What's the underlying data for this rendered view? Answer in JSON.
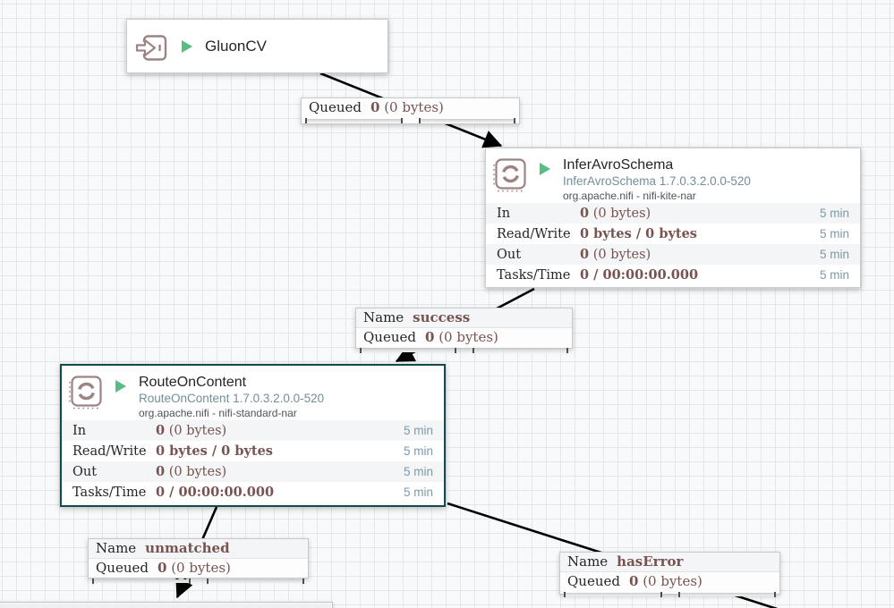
{
  "colors": {
    "canvas-bg": "#f7f9fa",
    "grid-line": "#e3e7ea",
    "value-color": "#775351",
    "label-color": "#262626",
    "subtitle-color": "#728e9b",
    "stat-time-color": "#7f98a6",
    "bundle-color": "#4d5357",
    "icon-color": "#9d8383",
    "run-green": "#58bd83",
    "selection-border": "#114b50",
    "box-border": "#c9ced2"
  },
  "port": {
    "title": "GluonCV"
  },
  "processors": {
    "infer": {
      "title": "InferAvroSchema",
      "subtitle": "InferAvroSchema 1.7.0.3.2.0.0-520",
      "bundle": "org.apache.nifi - nifi-kite-nar",
      "stats": [
        {
          "label": "In",
          "strong": "0",
          "rest": " (0 bytes)",
          "time": "5 min"
        },
        {
          "label": "Read/Write",
          "strong": "0 bytes / 0 bytes",
          "rest": "",
          "time": "5 min"
        },
        {
          "label": "Out",
          "strong": "0",
          "rest": " (0 bytes)",
          "time": "5 min"
        },
        {
          "label": "Tasks/Time",
          "strong": "0 / 00:00:00.000",
          "rest": "",
          "time": "5 min"
        }
      ]
    },
    "route": {
      "title": "RouteOnContent",
      "subtitle": "RouteOnContent 1.7.0.3.2.0.0-520",
      "bundle": "org.apache.nifi - nifi-standard-nar",
      "stats": [
        {
          "label": "In",
          "strong": "0",
          "rest": " (0 bytes)",
          "time": "5 min"
        },
        {
          "label": "Read/Write",
          "strong": "0 bytes / 0 bytes",
          "rest": "",
          "time": "5 min"
        },
        {
          "label": "Out",
          "strong": "0",
          "rest": " (0 bytes)",
          "time": "5 min"
        },
        {
          "label": "Tasks/Time",
          "strong": "0 / 00:00:00.000",
          "rest": "",
          "time": "5 min"
        }
      ]
    }
  },
  "connections": {
    "c1": {
      "queued_label": "Queued",
      "queued_strong": "0",
      "queued_rest": " (0 bytes)"
    },
    "c2": {
      "name_label": "Name",
      "name_value": "success",
      "queued_label": "Queued",
      "queued_strong": "0",
      "queued_rest": " (0 bytes)"
    },
    "c3": {
      "name_label": "Name",
      "name_value": "unmatched",
      "queued_label": "Queued",
      "queued_strong": "0",
      "queued_rest": " (0 bytes)"
    },
    "c4": {
      "name_label": "Name",
      "name_value": "hasError",
      "queued_label": "Queued",
      "queued_strong": "0",
      "queued_rest": " (0 bytes)"
    }
  }
}
